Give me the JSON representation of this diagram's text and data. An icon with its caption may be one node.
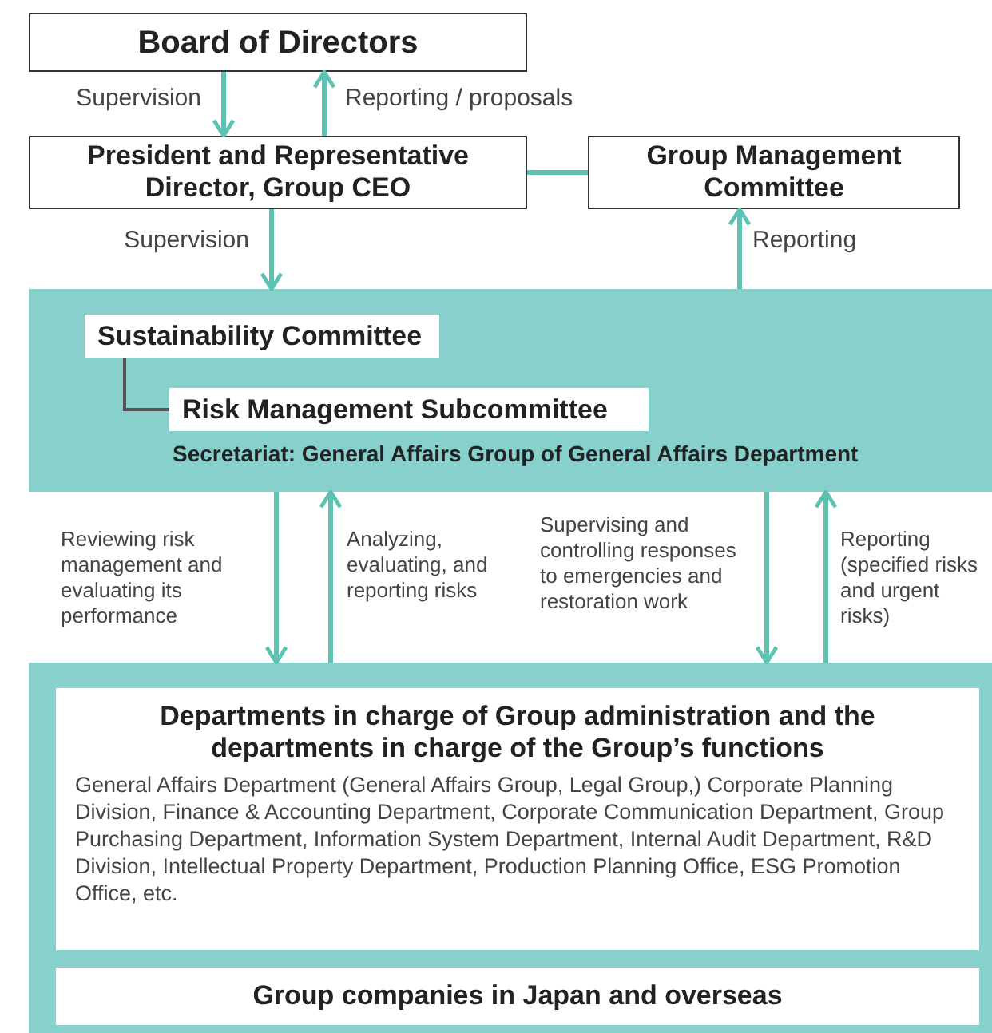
{
  "diagram": {
    "nodes": [
      {
        "text": [
          "Board of Directors"
        ]
      },
      {
        "text": [
          "President and Representative Director, Group CEO"
        ]
      },
      {
        "text": [
          "Group Management Committee"
        ]
      },
      {
        "text": [],
        "shape": "box"
      },
      {
        "text": [
          "Sustainability Committee"
        ],
        "in": 3
      },
      {
        "text": [
          "Risk Management Subcommittee"
        ],
        "in": 3,
        "beside": [
          "Secretariat: General Affairs Group of General Affairs Department"
        ]
      },
      {
        "text": [],
        "shape": "box"
      },
      {
        "text": [
          "Departments in charge of Group administration and the departments in charge of the Group’s functions",
          "General Affairs Department (General Affairs Group, Legal Group,) Corporate Planning Division, Finance & Accounting Department, Corporate Communication Department, Group Purchasing Department, Information System Department, Internal Audit Department, R&D Division, Intellectual Property Department, Production Planning Office, ESG Promotion Office, etc."
        ],
        "in": 6
      },
      {
        "text": [
          "Group companies in Japan and overseas"
        ],
        "in": 6
      }
    ],
    "edges": [
      {
        "from": 0,
        "to": 1,
        "arrow": "to",
        "label": "Supervision"
      },
      {
        "from": 1,
        "to": 0,
        "arrow": "to",
        "label": "Reporting / proposals"
      },
      {
        "from": 1,
        "to": 2,
        "arrow": "none"
      },
      {
        "from": 1,
        "to": 3,
        "arrow": "to",
        "label": "Supervision"
      },
      {
        "from": 3,
        "to": 2,
        "arrow": "to",
        "label": "Reporting"
      },
      {
        "from": 3,
        "to": 6,
        "arrow": "to",
        "label": "Reviewing risk management and evaluating its performance"
      },
      {
        "from": 6,
        "to": 3,
        "arrow": "to",
        "label": "Analyzing, evaluating, and reporting risks"
      },
      {
        "from": 3,
        "to": 6,
        "arrow": "to",
        "label": "Supervising and controlling responses to emergencies and restoration work"
      },
      {
        "from": 6,
        "to": 3,
        "arrow": "to",
        "label": "Reporting (specified risks and urgent risks)"
      },
      {
        "from": 4,
        "to": 5,
        "arrow": "none",
        "color": "#555555"
      }
    ]
  }
}
